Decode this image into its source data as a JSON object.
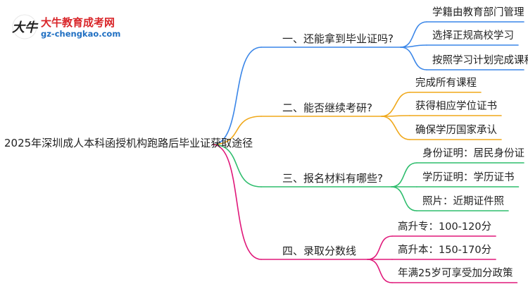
{
  "logo": {
    "name": "大牛教育成考网",
    "url": "gz-chengkao.com",
    "mark_text": "大牛"
  },
  "root": "2025年深圳成人本科函授机构跑路后毕业证获取途径",
  "branches": [
    {
      "label": "一、还能拿到毕业证吗?",
      "color": "#3a86e8",
      "leaves": [
        "学籍由教育部门管理",
        "选择正规高校学习",
        "按照学习计划完成课程"
      ]
    },
    {
      "label": "二、能否继续考研?",
      "color": "#f0a81a",
      "leaves": [
        "完成所有课程",
        "获得相应学位证书",
        "确保学历国家承认"
      ]
    },
    {
      "label": "三、报名材料有哪些?",
      "color": "#2ebd6d",
      "leaves": [
        "身份证明：居民身份证",
        "学历证明：学历证书",
        "照片：近期证件照"
      ]
    },
    {
      "label": "四、录取分数线",
      "color": "#e0187a",
      "leaves": [
        "高升专：100-120分",
        "高升本：150-170分",
        "年满25岁可享受加分政策"
      ]
    }
  ]
}
